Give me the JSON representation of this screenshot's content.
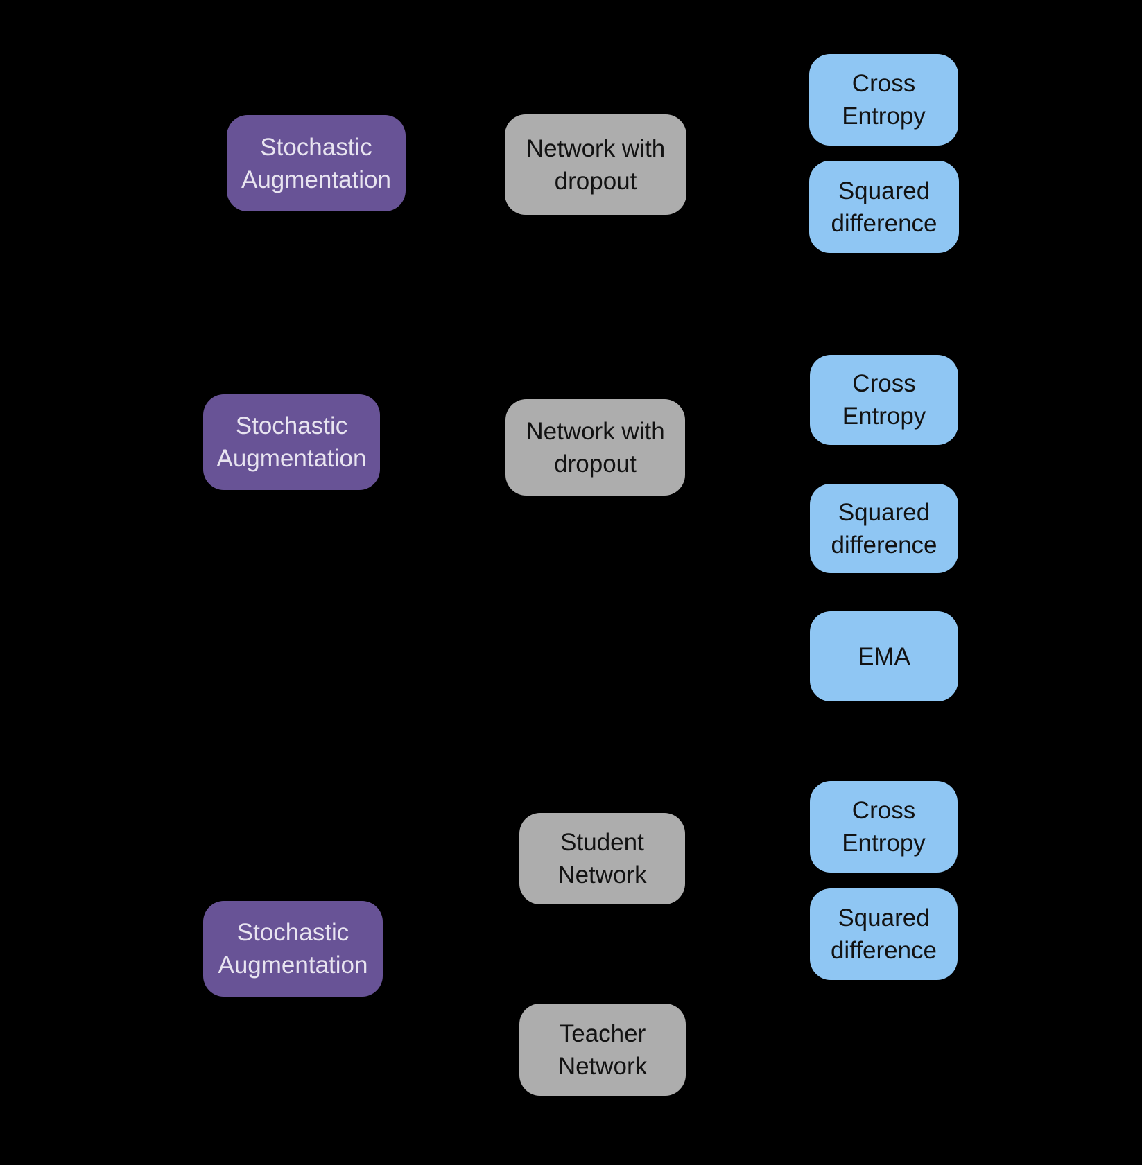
{
  "background_color": "#000000",
  "node_colors": {
    "augmentation_fill": "#685396",
    "augmentation_text": "#E8E4F0",
    "network_fill": "#ADADAD",
    "network_text": "#121212",
    "loss_fill": "#8FC6F3",
    "loss_text": "#121212"
  },
  "rows": {
    "row1": {
      "augmentation": {
        "label": "Stochastic Augmentation"
      },
      "network": {
        "label": "Network with dropout"
      },
      "cross_entropy": {
        "label": "Cross Entropy"
      },
      "squared_difference": {
        "label": "Squared difference"
      }
    },
    "row2": {
      "augmentation": {
        "label": "Stochastic Augmentation"
      },
      "network": {
        "label": "Network with dropout"
      },
      "cross_entropy": {
        "label": "Cross Entropy"
      },
      "squared_difference": {
        "label": "Squared difference"
      },
      "ema": {
        "label": "EMA"
      }
    },
    "row3": {
      "augmentation": {
        "label": "Stochastic Augmentation"
      },
      "student_network": {
        "label": "Student Network"
      },
      "teacher_network": {
        "label": "Teacher Network"
      },
      "cross_entropy": {
        "label": "Cross Entropy"
      },
      "squared_difference": {
        "label": "Squared difference"
      }
    }
  }
}
